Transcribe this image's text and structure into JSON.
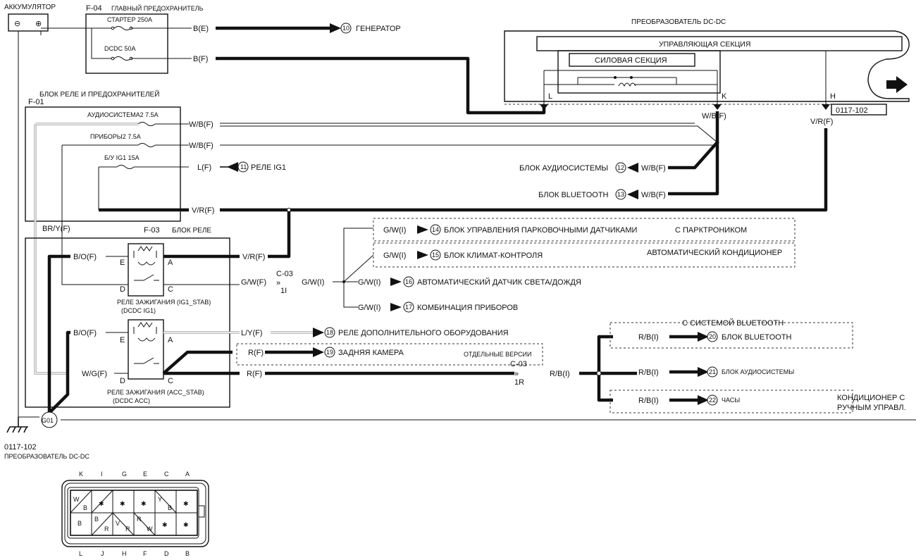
{
  "title_battery": "АККУМУЛЯТОР",
  "battery_minus": "⊖",
  "battery_plus": "⊕",
  "f04": {
    "id": "F-04",
    "title": "ГЛАВНЫЙ ПРЕДОХРАНИТЕЛЬ",
    "fuse1": "СТАРТЕР 250A",
    "fuse2": "DCDC 50A"
  },
  "gen": {
    "wire": "B(E)",
    "num": "10",
    "label": "ГЕНЕРАТОР"
  },
  "dcdc_wire": "B(F)",
  "converter": {
    "title": "ПРЕОБРАЗОВАТЕЛЬ DC-DC",
    "control": "УПРАВЛЯЮЩАЯ СЕКЦИЯ",
    "power": "СИЛОВАЯ СЕКЦИЯ",
    "pin_l": "L",
    "pin_k": "K",
    "pin_h": "H",
    "code": "0117-102",
    "wire_k": "W/B(F)",
    "wire_h": "V/R(F)"
  },
  "f01": {
    "title": "БЛОК РЕЛЕ И ПРЕДОХРАНИТЕЛЕЙ",
    "id": "F-01",
    "fuse_audio": "АУДИОСИСТЕМА2 7.5A",
    "fuse_instr": "ПРИБОРЫ2 7.5A",
    "fuse_ig1": "Б/У IG1 15A",
    "w1": "W/B(F)",
    "w2": "W/B(F)",
    "w3": "L(F)",
    "w4": "V/R(F)",
    "relay_ig1_num": "11",
    "relay_ig1": "РЕЛЕ IG1"
  },
  "audio_unit": {
    "label": "БЛОК АУДИОСИСТЕМЫ",
    "num": "12",
    "wire": "W/B(F)"
  },
  "bt_unit": {
    "label": "БЛОК BLUETOOTH",
    "num": "13",
    "wire": "W/B(F)"
  },
  "brwire": "BR/Y(F)",
  "f03": {
    "id": "F-03",
    "title": "БЛОК РЕЛЕ",
    "r1_in": "B/O(F)",
    "r1_out": "V/R(F)",
    "r1_name1": "РЕЛЕ ЗАЖИГАНИЯ (IG1_STAB)",
    "r1_name2": "(DCDC IG1)",
    "r1_c": "G/W(F)",
    "r2_in": "B/O(F)",
    "r2_sig": "W/G(F)",
    "r2_a": "L/Y(F)",
    "r2_c": "R(F)",
    "r2_c2": "R(F)",
    "r2_name1": "РЕЛЕ ЗАЖИГАНИЯ (ACC_STAB)",
    "r2_name2": "(DCDC ACC)",
    "pin_e": "E",
    "pin_a": "A",
    "pin_d": "D",
    "pin_c": "C"
  },
  "c03a": {
    "id": "C-03",
    "pin": "1I",
    "wire": "G/W(I)"
  },
  "parking": {
    "wire": "G/W(I)",
    "num": "14",
    "label": "БЛОК УПРАВЛЕНИЯ ПАРКОВОЧНЫМИ ДАТЧИКАМИ",
    "opt": "С ПАРКТРОНИКОМ"
  },
  "climate": {
    "wire": "G/W(I)",
    "num": "15",
    "label": "БЛОК КЛИМАТ-КОНТРОЛЯ",
    "opt": "АВТОМАТИЧЕСКИЙ КОНДИЦИОНЕР"
  },
  "rainlight": {
    "wire": "G/W(I)",
    "num": "16",
    "label": "АВТОМАТИЧЕСКИЙ ДАТЧИК СВЕТА/ДОЖДЯ"
  },
  "cluster": {
    "wire": "G/W(I)",
    "num": "17",
    "label": "КОМБИНАЦИЯ ПРИБОРОВ"
  },
  "acc_relay": {
    "num": "18",
    "label": "РЕЛЕ ДОПОЛНИТЕЛЬНОГО ОБОРУДОВАНИЯ"
  },
  "camera": {
    "num": "19",
    "label": "ЗАДНЯЯ КАМЕРА",
    "opt": "ОТДЕЛЬНЫЕ ВЕРСИИ"
  },
  "c03b": {
    "id": "C-03",
    "pin": "1R",
    "wire": "R/B(I)"
  },
  "bt_opt": "С СИСТЕМОЙ BLUETOOTH",
  "bt2": {
    "wire": "R/B(I)",
    "num": "20",
    "label": "БЛОК BLUETOOTH"
  },
  "audio2": {
    "wire": "R/B(I)",
    "num": "21",
    "label": "БЛОК АУДИОСИСТЕМЫ"
  },
  "clock": {
    "wire": "R/B(I)",
    "num": "22",
    "label": "ЧАСЫ",
    "opt1": "КОНДИЦИОНЕР С",
    "opt2": "РУЧНЫМ УПРАВЛ."
  },
  "ground": "G01",
  "connector": {
    "code": "0117-102",
    "title": "ПРЕОБРАЗОВАТЕЛЬ DC-DC",
    "top_pins": [
      "K",
      "I",
      "G",
      "E",
      "C",
      "A"
    ],
    "bottom_pins": [
      "L",
      "J",
      "H",
      "F",
      "D",
      "B"
    ],
    "cells": [
      "W",
      "B",
      "✱",
      "✱",
      "✱",
      "Y",
      "B",
      "✱",
      "B",
      "B",
      "R",
      "V",
      "R",
      "R",
      "W",
      "✱",
      "✱"
    ]
  }
}
